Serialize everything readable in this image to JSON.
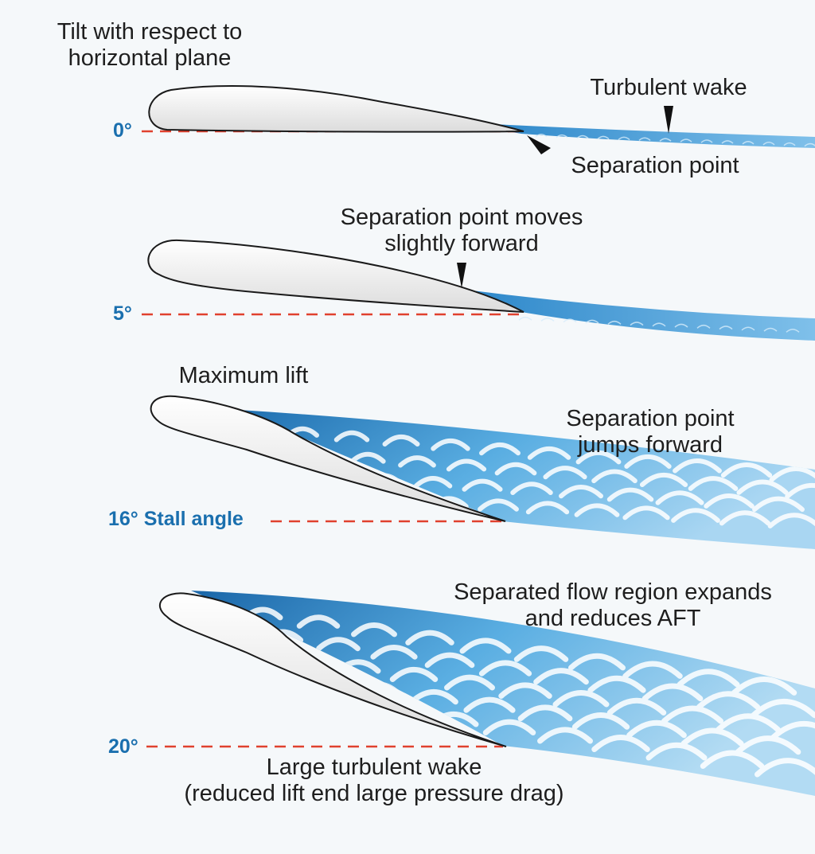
{
  "labels": {
    "tilt_line1": "Tilt with respect to",
    "tilt_line2": "horizontal plane",
    "turbulent_wake": "Turbulent wake",
    "separation_point": "Separation point",
    "forward_line1": "Separation point moves",
    "forward_line2": "slightly forward",
    "maximum_lift": "Maximum lift",
    "jumps_line1": "Separation point",
    "jumps_line2": "jumps forward",
    "expands_line1": "Separated flow region expands",
    "expands_line2": "and reduces AFT",
    "large_wake_line1": "Large turbulent wake",
    "large_wake_line2": "(reduced lift end large pressure drag)"
  },
  "angles": {
    "a0": "0°",
    "a5": "5°",
    "a16": "16° Stall angle",
    "a20": "20°"
  },
  "colors": {
    "background": "#f5f8fa",
    "angle_text": "#1a6fae",
    "reference_line": "#e0412e",
    "wake_light": "#a9d4ef",
    "wake_mid": "#4aa3dd",
    "wake_dark": "#1b6fb5",
    "airfoil_fill": "#f2f2f2",
    "airfoil_outline": "#1a1a1a",
    "pointer": "#111111"
  }
}
